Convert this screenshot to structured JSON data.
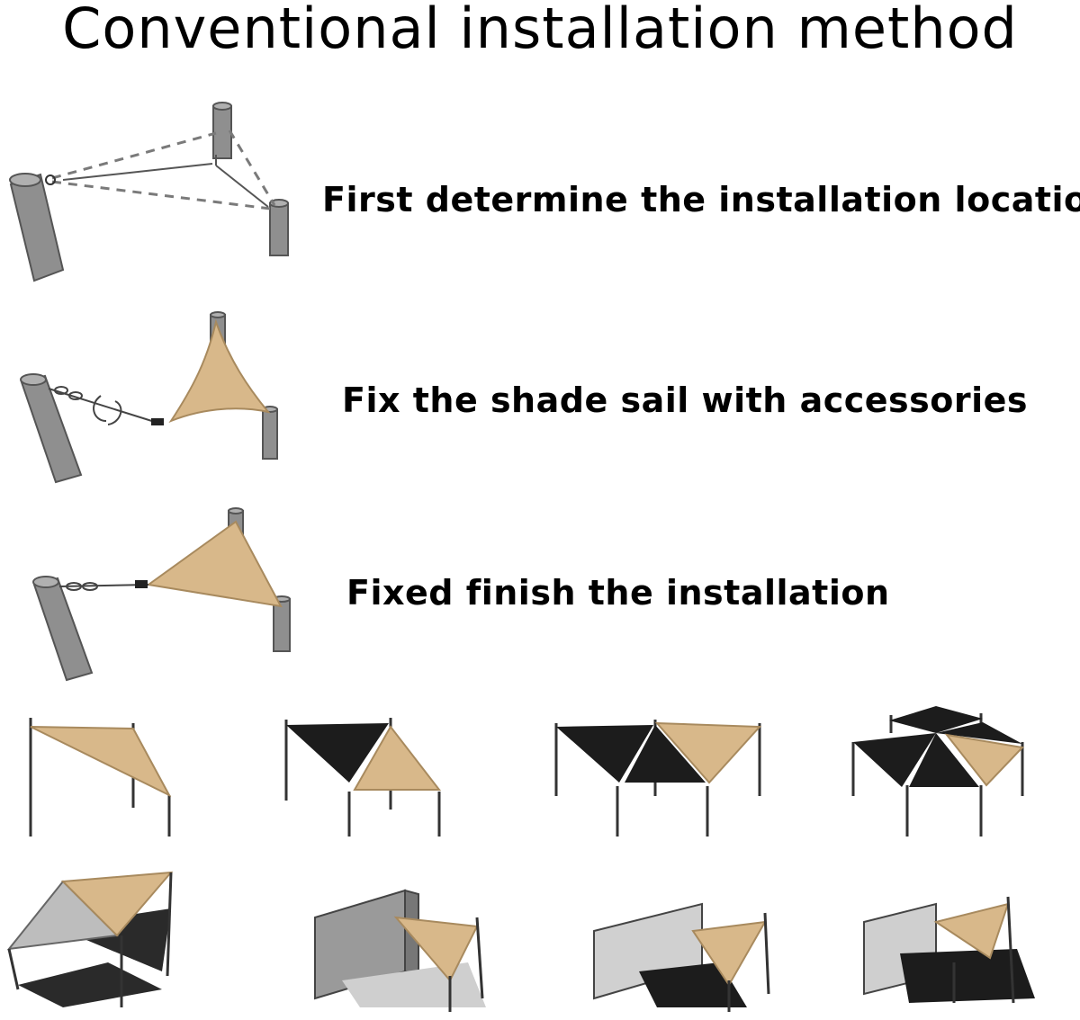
{
  "title": "Conventional installation method",
  "steps": [
    {
      "label": "First determine the installation location"
    },
    {
      "label": "Fix the shade sail with accessories"
    },
    {
      "label": "Fixed finish the installation"
    }
  ],
  "colors": {
    "sail_tan": "#d8b88a",
    "sail_black": "#1c1c1c",
    "sail_grey": "#bdbdbd",
    "post_grey": "#8f8f8f",
    "ground_dark": "#2a2a2a"
  },
  "icons": {
    "step1": "posts-with-dashed-lines-icon",
    "step2": "posts-with-tensioner-icon",
    "step3": "posts-with-triangle-sail-icon"
  }
}
